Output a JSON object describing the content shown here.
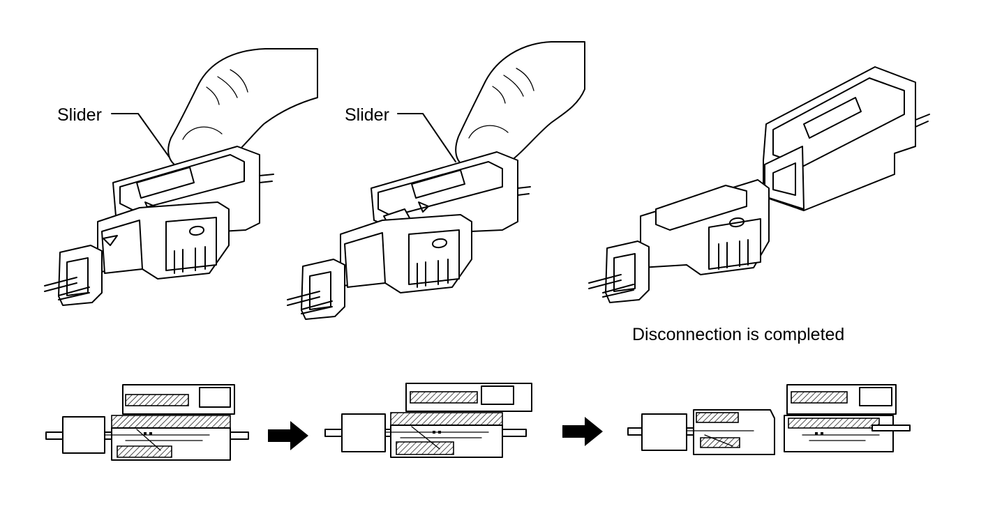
{
  "labels": {
    "slider_1": "Slider",
    "slider_2": "Slider",
    "caption": "Disconnection is completed"
  },
  "icons": [
    "finger-illustration",
    "connector-assembly",
    "connector-cross-section",
    "right-arrow-icon"
  ]
}
